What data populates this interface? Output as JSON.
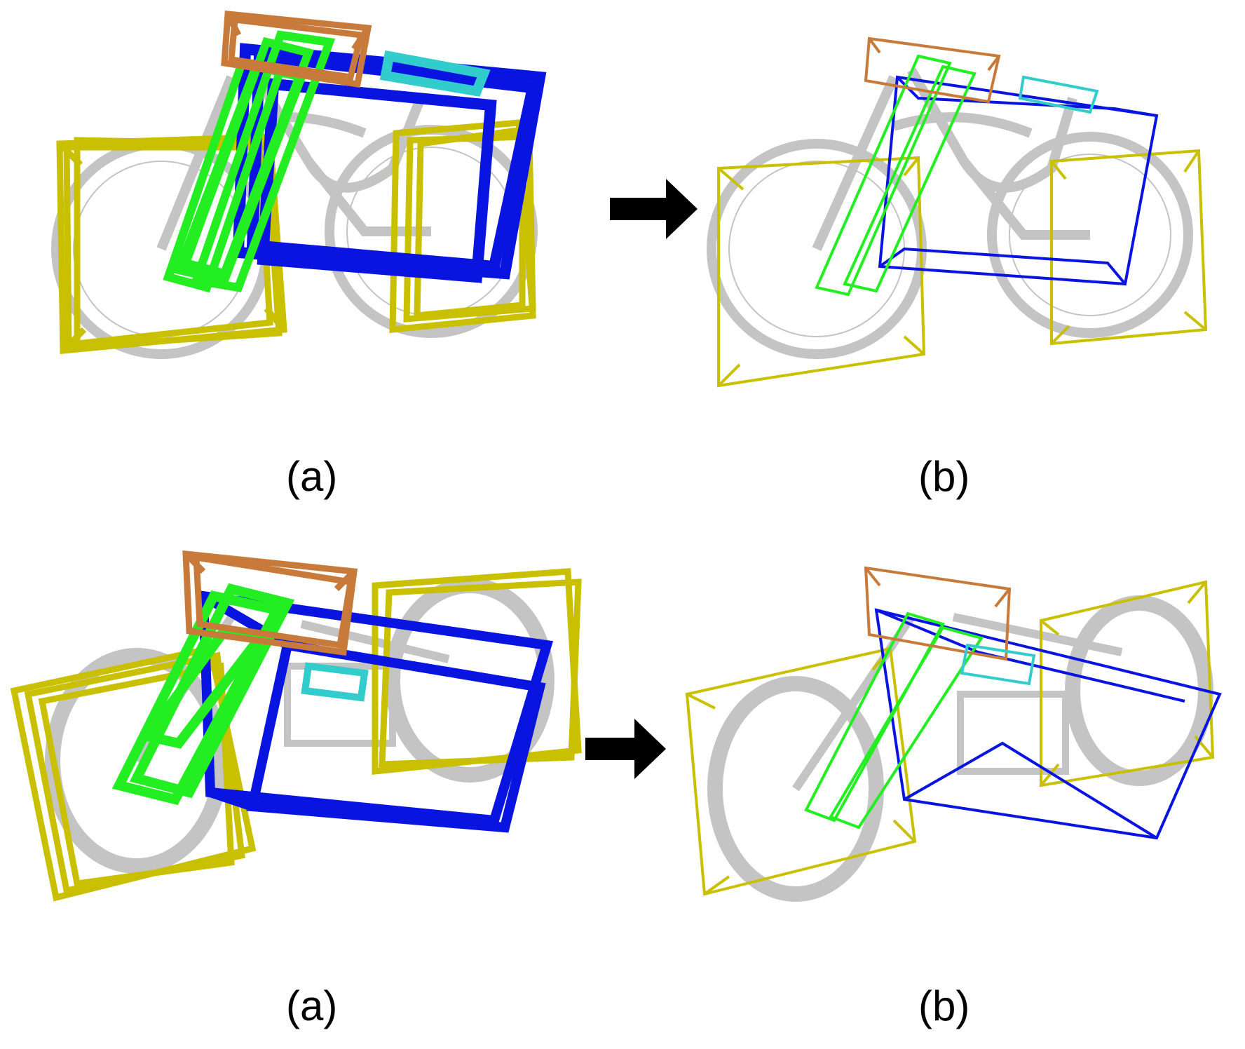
{
  "panels": [
    {
      "row": "top",
      "stage": "before",
      "caption": "(a)"
    },
    {
      "row": "top",
      "stage": "after",
      "caption": "(b)"
    },
    {
      "row": "bottom",
      "stage": "before",
      "caption": "(a)"
    },
    {
      "row": "bottom",
      "stage": "after",
      "caption": "(b)"
    }
  ],
  "arrows": [
    {
      "direction": "right",
      "color": "#000000"
    },
    {
      "direction": "right",
      "color": "#000000"
    }
  ],
  "part_colors": {
    "wheels": "#c8c000",
    "frame": "#0a14e0",
    "fork": "#22ee22",
    "seat": "#c87a3a",
    "tank": "#33cccc",
    "model": "#c4c4c4"
  }
}
